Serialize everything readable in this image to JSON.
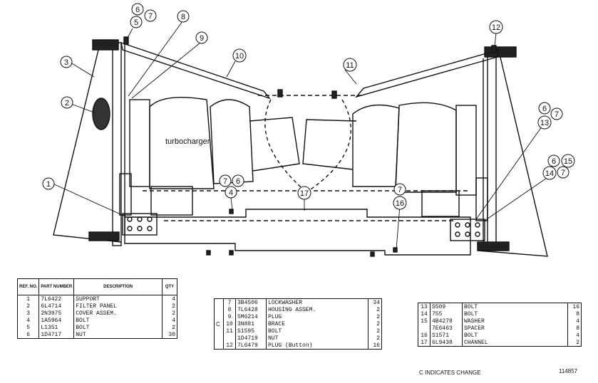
{
  "drawing_label": "turbocharger",
  "callouts": [
    "1",
    "2",
    "3",
    "4",
    "5",
    "6",
    "7",
    "8",
    "9",
    "10",
    "11",
    "12",
    "13",
    "14",
    "15",
    "16",
    "17"
  ],
  "table_left": {
    "headers": {
      "ref": "REF. NO.",
      "part": "PART NUMBER",
      "desc": "DESCRIPTION",
      "qty": "QTY"
    },
    "rows": [
      {
        "ref": "1",
        "part": "7L6422",
        "desc": "SUPPORT",
        "qty": "4"
      },
      {
        "ref": "2",
        "part": "6L4714",
        "desc": "FILTER PANEL",
        "qty": "2"
      },
      {
        "ref": "3",
        "part": "2N3975",
        "desc": "COVER ASSEM.",
        "qty": "2"
      },
      {
        "ref": "4",
        "part": "1A5964",
        "desc": "BOLT",
        "qty": "4"
      },
      {
        "ref": "5",
        "part": "L1351",
        "desc": "BOLT",
        "qty": "2"
      },
      {
        "ref": "6",
        "part": "1D4717",
        "desc": "NUT",
        "qty": "30"
      }
    ]
  },
  "table_middle": {
    "rows": [
      {
        "mark": "",
        "ref": "7",
        "part": "3B4506",
        "desc": "LOCKWASHER",
        "qty": "34"
      },
      {
        "mark": "",
        "ref": "8",
        "part": "7L6428",
        "desc": "HOUSING ASSEM.",
        "qty": "2"
      },
      {
        "mark": "",
        "ref": "9",
        "part": "5M6214",
        "desc": "PLUG",
        "qty": "2"
      },
      {
        "mark": "C",
        "ref": "10",
        "part": "3N881",
        "desc": "BRACE",
        "qty": "2"
      },
      {
        "mark": "",
        "ref": "11",
        "part": "S1595",
        "desc": "BOLT",
        "qty": "2"
      },
      {
        "mark": "",
        "ref": "",
        "part": "1D4719",
        "desc": "NUT",
        "qty": "2"
      },
      {
        "mark": "",
        "ref": "12",
        "part": "7L6479",
        "desc": "PLUG",
        "note": "(Button)",
        "qty": "16"
      }
    ]
  },
  "table_right": {
    "rows": [
      {
        "mark": "",
        "ref": "13",
        "part": "S509",
        "desc": "BOLT",
        "qty": "16"
      },
      {
        "mark": "",
        "ref": "14",
        "part": "755",
        "desc": "BOLT",
        "qty": "8"
      },
      {
        "mark": "",
        "ref": "15",
        "part": "4B4278",
        "desc": "WASHER",
        "qty": "4"
      },
      {
        "mark": "",
        "ref": "",
        "part": "7E6463",
        "desc": "SPACER",
        "qty": "8"
      },
      {
        "mark": "",
        "ref": "16",
        "part": "S1571",
        "desc": "BOLT",
        "qty": "4"
      },
      {
        "mark": "",
        "ref": "17",
        "part": "6L9438",
        "desc": "CHANNEL",
        "qty": "2"
      }
    ]
  },
  "change_note": "C INDICATES CHANGE",
  "drawing_number": "114857"
}
